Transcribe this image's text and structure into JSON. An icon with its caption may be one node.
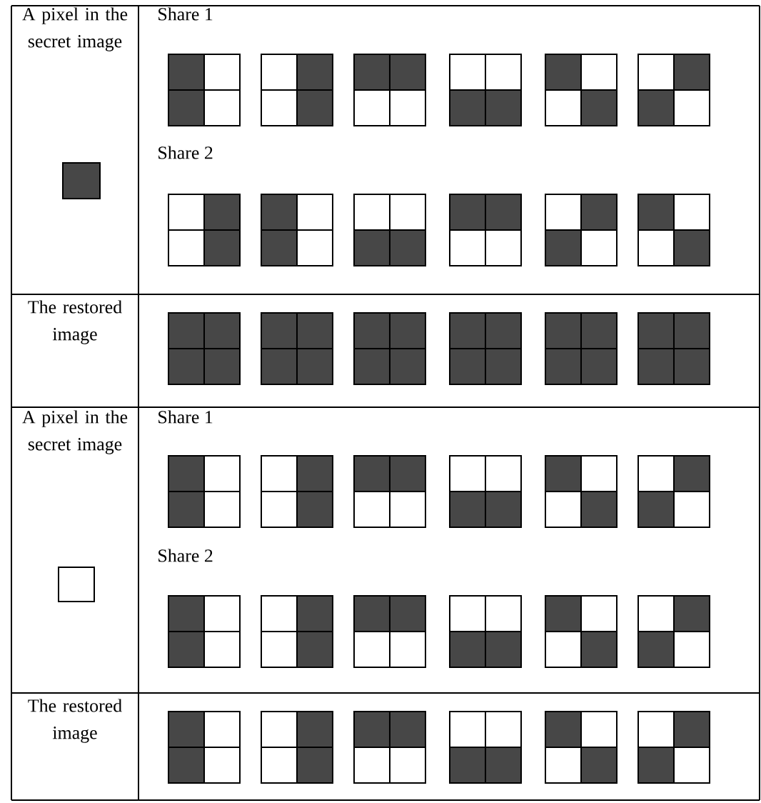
{
  "diagram": {
    "labels": [
      "A pixel in the secret image",
      "Share 1",
      "Share 2",
      "The restored image",
      "A pixel in the secret image",
      "Share 1",
      "Share 2",
      "The restored image"
    ]
  }
}
